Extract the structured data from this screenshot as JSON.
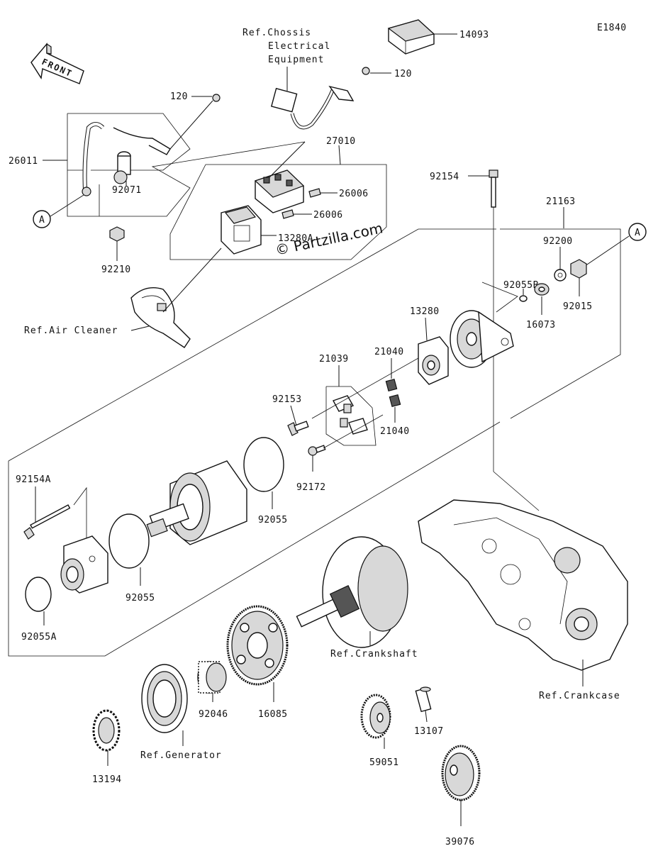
{
  "diagram_code": "E1840",
  "front_label": "FRONT",
  "watermark": "© Partzilla.com",
  "callouts": {
    "a_left": "A",
    "a_right": "A"
  },
  "refs": {
    "chassis": [
      "Ref.Chossis",
      "Electrical",
      "Equipment"
    ],
    "air_cleaner": "Ref.Air Cleaner",
    "crankshaft": "Ref.Crankshaft",
    "crankcase": "Ref.Crankcase",
    "generator": "Ref.Generator"
  },
  "parts": {
    "p14093": "14093",
    "p120_top": "120",
    "p120_left": "120",
    "p26011": "26011",
    "p27010": "27010",
    "p26006_a": "26006",
    "p26006_b": "26006",
    "p13280A": "13280A",
    "p92071": "92071",
    "p92210": "92210",
    "p92154": "92154",
    "p21163": "21163",
    "p92200": "92200",
    "p92055B": "92055B",
    "p16073": "16073",
    "p92015": "92015",
    "p13280": "13280",
    "p21039": "21039",
    "p21040_a": "21040",
    "p21040_b": "21040",
    "p92153": "92153",
    "p92172": "92172",
    "p92055_a": "92055",
    "p92055_b": "92055",
    "p92154A": "92154A",
    "p92055A": "92055A",
    "p92046": "92046",
    "p16085": "16085",
    "p13194": "13194",
    "p59051": "59051",
    "p13107": "13107",
    "p39076": "39076"
  }
}
